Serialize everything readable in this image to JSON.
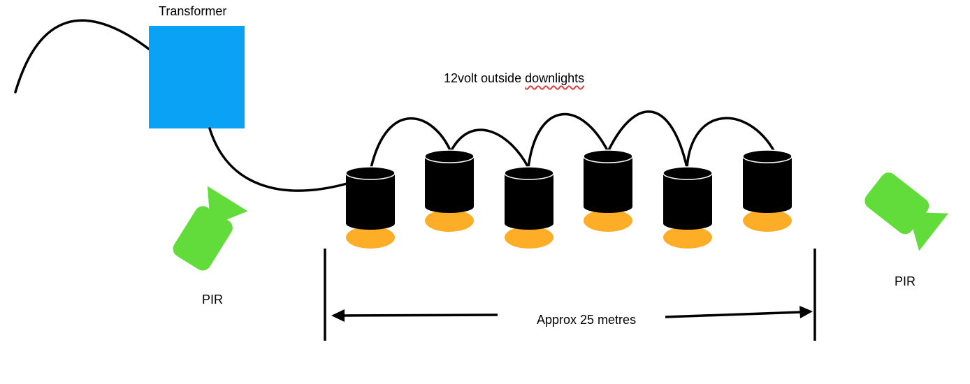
{
  "diagram": {
    "transformer_label": "Transformer",
    "lights_title_prefix": "12volt outside ",
    "lights_title_flagged_word": "downlights",
    "pir_left_label": "PIR",
    "pir_right_label": "PIR",
    "distance_label": "Approx 25 metres",
    "light_count": 6
  },
  "colors": {
    "transformer": "#0aa2f5",
    "light_body": "#000000",
    "light_glow": "#fdad26",
    "pir_sensor": "#62dc3a",
    "wire": "#000000",
    "spellcheck_underline": "#e53b3b"
  },
  "icons": {
    "pir_sensor": "camera-shaped-sensor-icon",
    "downlight": "cylinder-downlight-icon"
  }
}
